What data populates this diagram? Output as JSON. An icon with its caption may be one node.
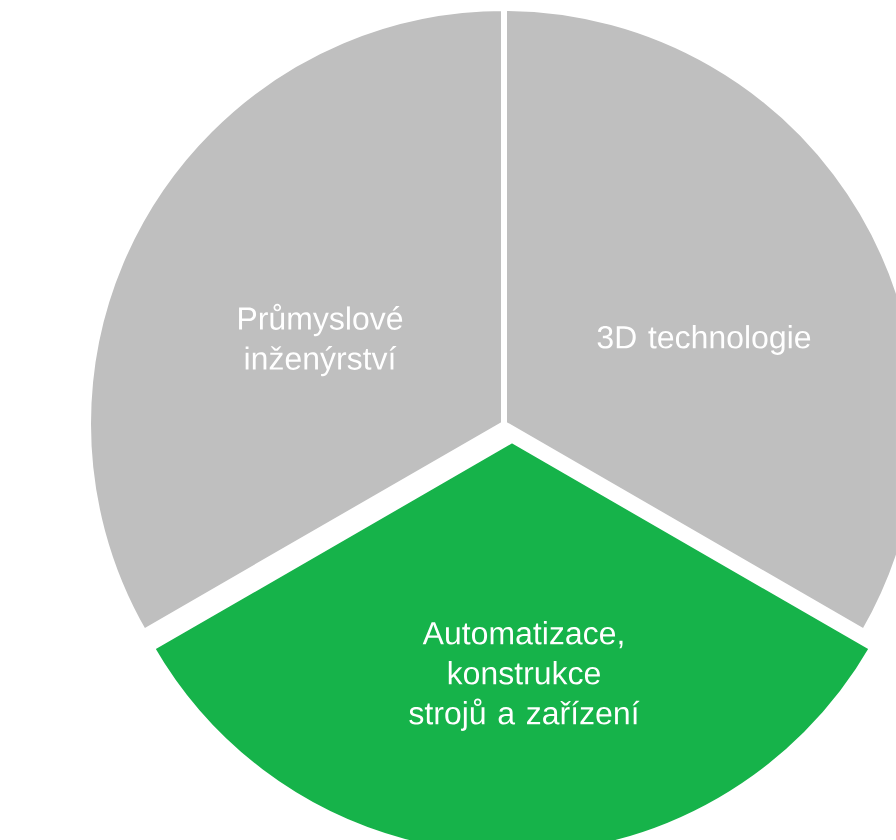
{
  "diagram": {
    "nodes": [
      {
        "text": [
          "Průmyslové inženýrství"
        ]
      },
      {
        "text": [
          "3D technologie"
        ]
      },
      {
        "text": [
          "Automatizace, konstrukce strojů a zařízení"
        ]
      }
    ]
  }
}
